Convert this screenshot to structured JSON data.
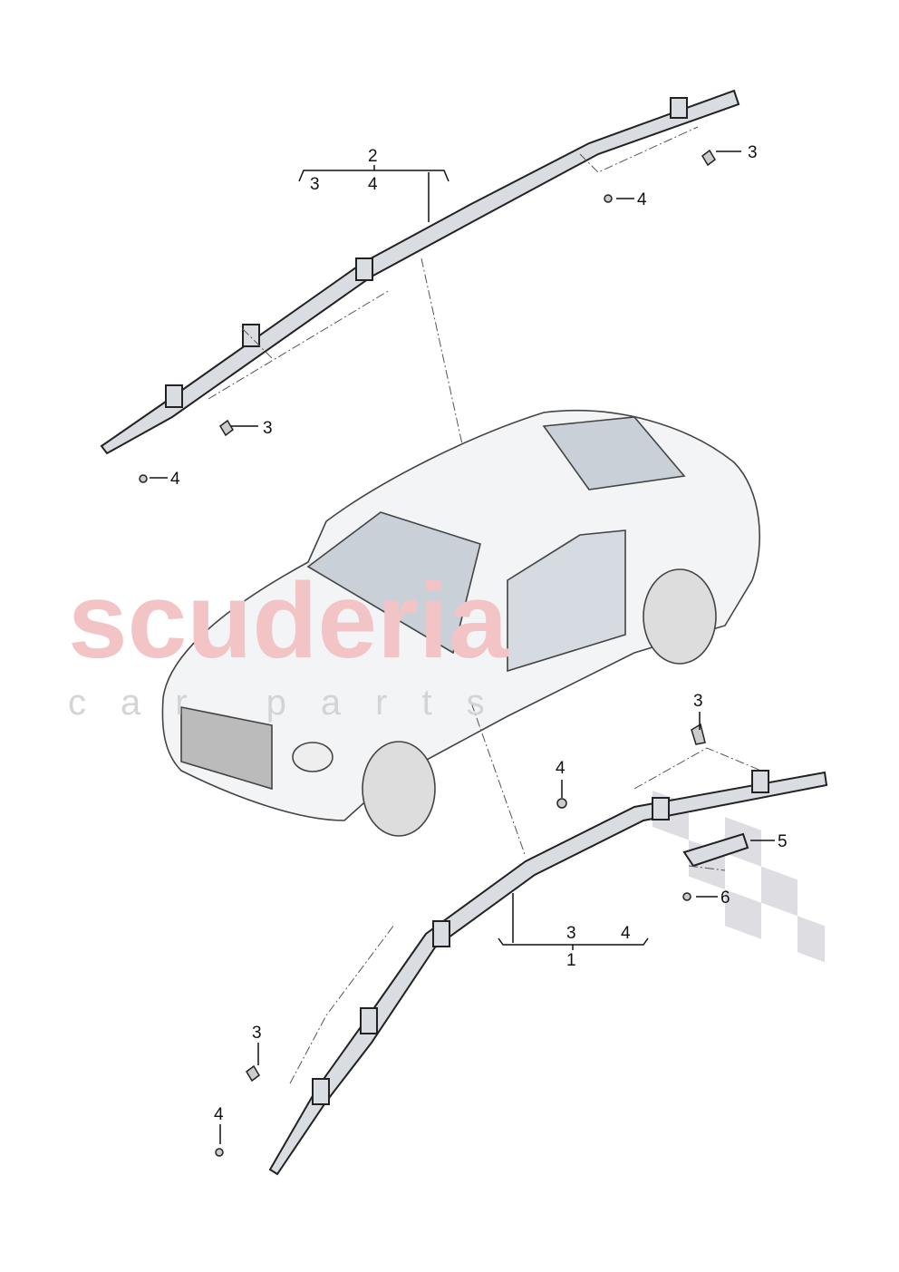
{
  "watermark": {
    "main": "scuderia",
    "sub": "car parts"
  },
  "callouts": {
    "upper_group": {
      "label": "2",
      "sub_left": "3",
      "sub_right": "4"
    },
    "upper_clip_right": "3",
    "upper_screw_right": "4",
    "upper_clip_left": "3",
    "upper_screw_left": "4",
    "lower_clip_right": "3",
    "lower_screw_right": "4",
    "bracket": "5",
    "bracket_screw": "6",
    "lower_group": {
      "label": "1",
      "sub_left": "3",
      "sub_right": "4"
    },
    "lower_clip_left": "3",
    "lower_screw_left": "4"
  },
  "colors": {
    "line": "#222222",
    "part_fill": "#d9dde2",
    "watermark": "#f2c4c6"
  }
}
